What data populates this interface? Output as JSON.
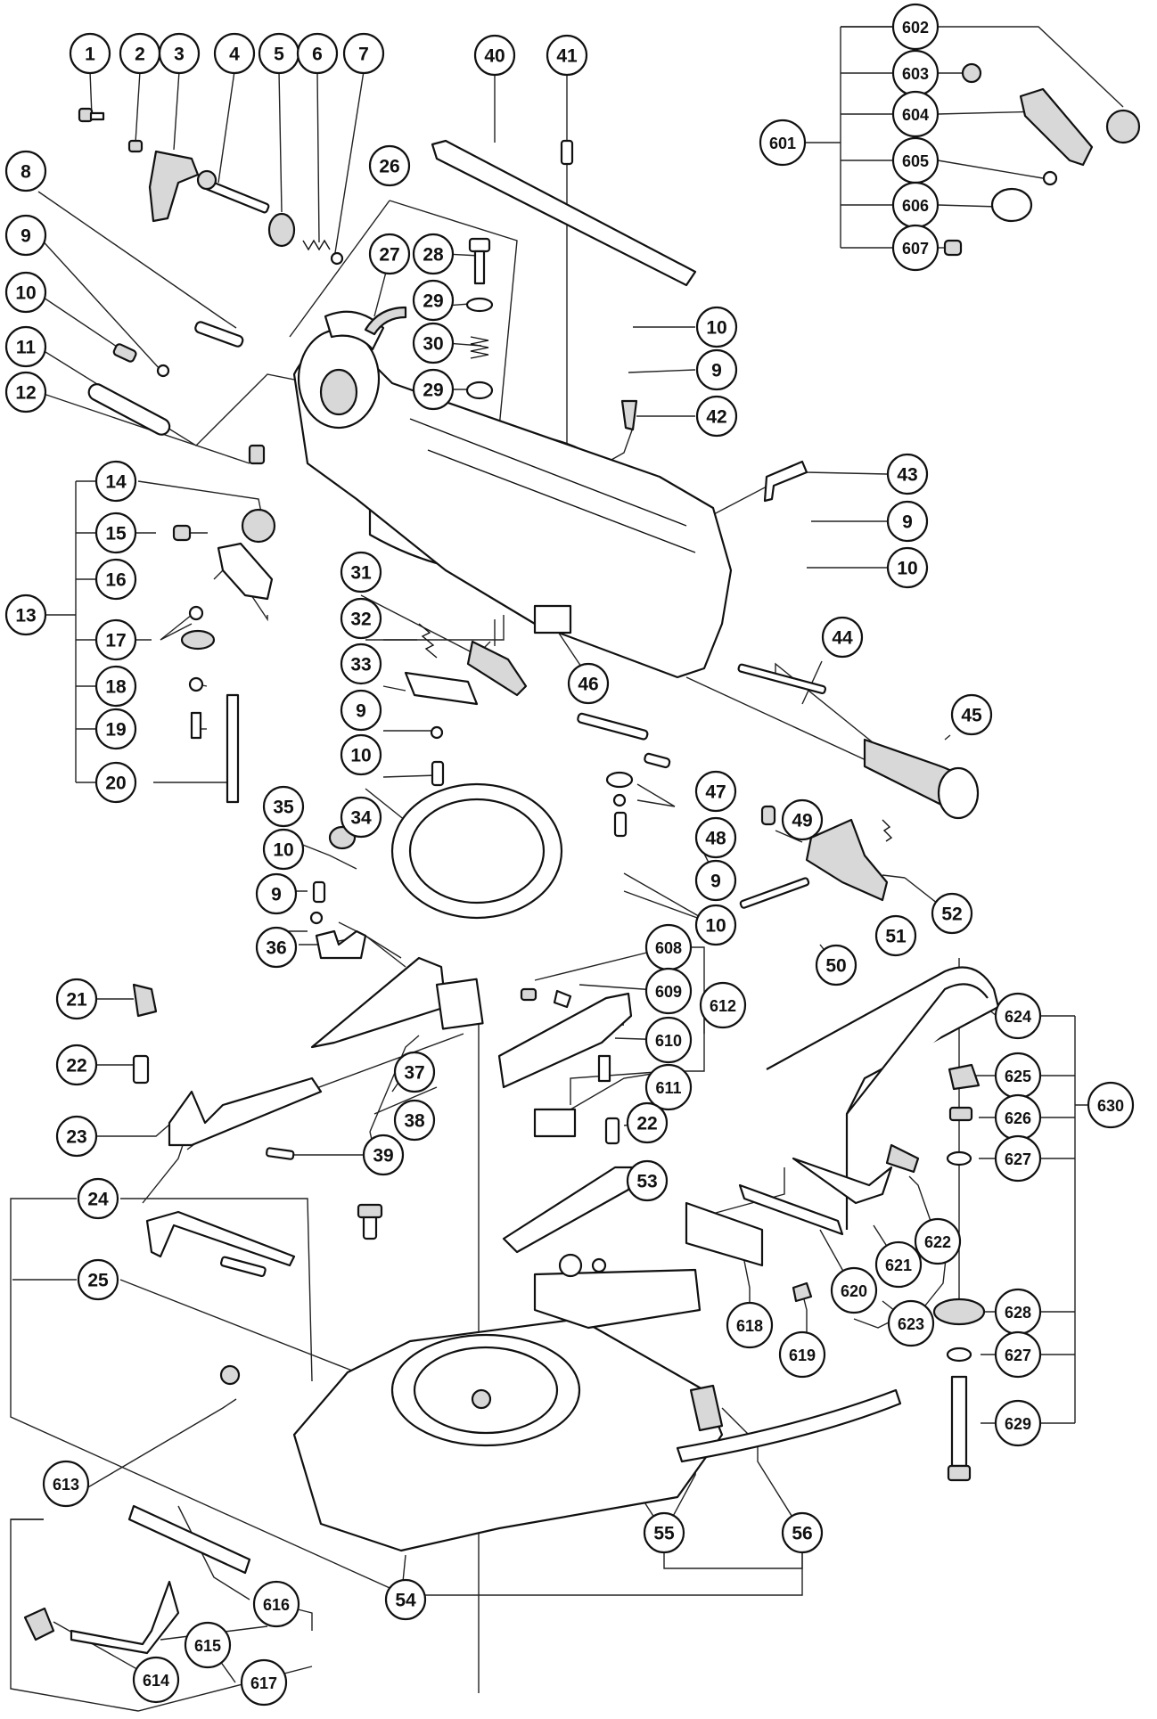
{
  "callouts": [
    {
      "label": "1"
    },
    {
      "label": "2"
    },
    {
      "label": "3"
    },
    {
      "label": "4"
    },
    {
      "label": "5"
    },
    {
      "label": "6"
    },
    {
      "label": "7"
    },
    {
      "label": "8"
    },
    {
      "label": "9"
    },
    {
      "label": "10"
    },
    {
      "label": "11"
    },
    {
      "label": "12"
    },
    {
      "label": "26"
    },
    {
      "label": "27"
    },
    {
      "label": "28"
    },
    {
      "label": "29"
    },
    {
      "label": "30"
    },
    {
      "label": "29"
    },
    {
      "label": "40"
    },
    {
      "label": "41"
    },
    {
      "label": "10"
    },
    {
      "label": "9"
    },
    {
      "label": "42"
    },
    {
      "label": "43"
    },
    {
      "label": "9"
    },
    {
      "label": "10"
    },
    {
      "label": "602"
    },
    {
      "label": "603"
    },
    {
      "label": "604"
    },
    {
      "label": "601"
    },
    {
      "label": "605"
    },
    {
      "label": "606"
    },
    {
      "label": "607"
    },
    {
      "label": "14"
    },
    {
      "label": "15"
    },
    {
      "label": "16"
    },
    {
      "label": "13"
    },
    {
      "label": "17"
    },
    {
      "label": "18"
    },
    {
      "label": "19"
    },
    {
      "label": "20"
    },
    {
      "label": "31"
    },
    {
      "label": "32"
    },
    {
      "label": "33"
    },
    {
      "label": "9"
    },
    {
      "label": "10"
    },
    {
      "label": "46"
    },
    {
      "label": "44"
    },
    {
      "label": "45"
    },
    {
      "label": "47"
    },
    {
      "label": "48"
    },
    {
      "label": "49"
    },
    {
      "label": "9"
    },
    {
      "label": "10"
    },
    {
      "label": "34"
    },
    {
      "label": "35"
    },
    {
      "label": "10"
    },
    {
      "label": "9"
    },
    {
      "label": "36"
    },
    {
      "label": "51"
    },
    {
      "label": "52"
    },
    {
      "label": "50"
    },
    {
      "label": "21"
    },
    {
      "label": "22"
    },
    {
      "label": "23"
    },
    {
      "label": "37"
    },
    {
      "label": "38"
    },
    {
      "label": "39"
    },
    {
      "label": "608"
    },
    {
      "label": "609"
    },
    {
      "label": "612"
    },
    {
      "label": "610"
    },
    {
      "label": "611"
    },
    {
      "label": "22"
    },
    {
      "label": "53"
    },
    {
      "label": "624"
    },
    {
      "label": "625"
    },
    {
      "label": "630"
    },
    {
      "label": "626"
    },
    {
      "label": "627"
    },
    {
      "label": "622"
    },
    {
      "label": "621"
    },
    {
      "label": "620"
    },
    {
      "label": "618"
    },
    {
      "label": "619"
    },
    {
      "label": "623"
    },
    {
      "label": "628"
    },
    {
      "label": "627"
    },
    {
      "label": "629"
    },
    {
      "label": "24"
    },
    {
      "label": "25"
    },
    {
      "label": "613"
    },
    {
      "label": "55"
    },
    {
      "label": "56"
    },
    {
      "label": "616"
    },
    {
      "label": "54"
    },
    {
      "label": "615"
    },
    {
      "label": "614"
    },
    {
      "label": "617"
    }
  ]
}
